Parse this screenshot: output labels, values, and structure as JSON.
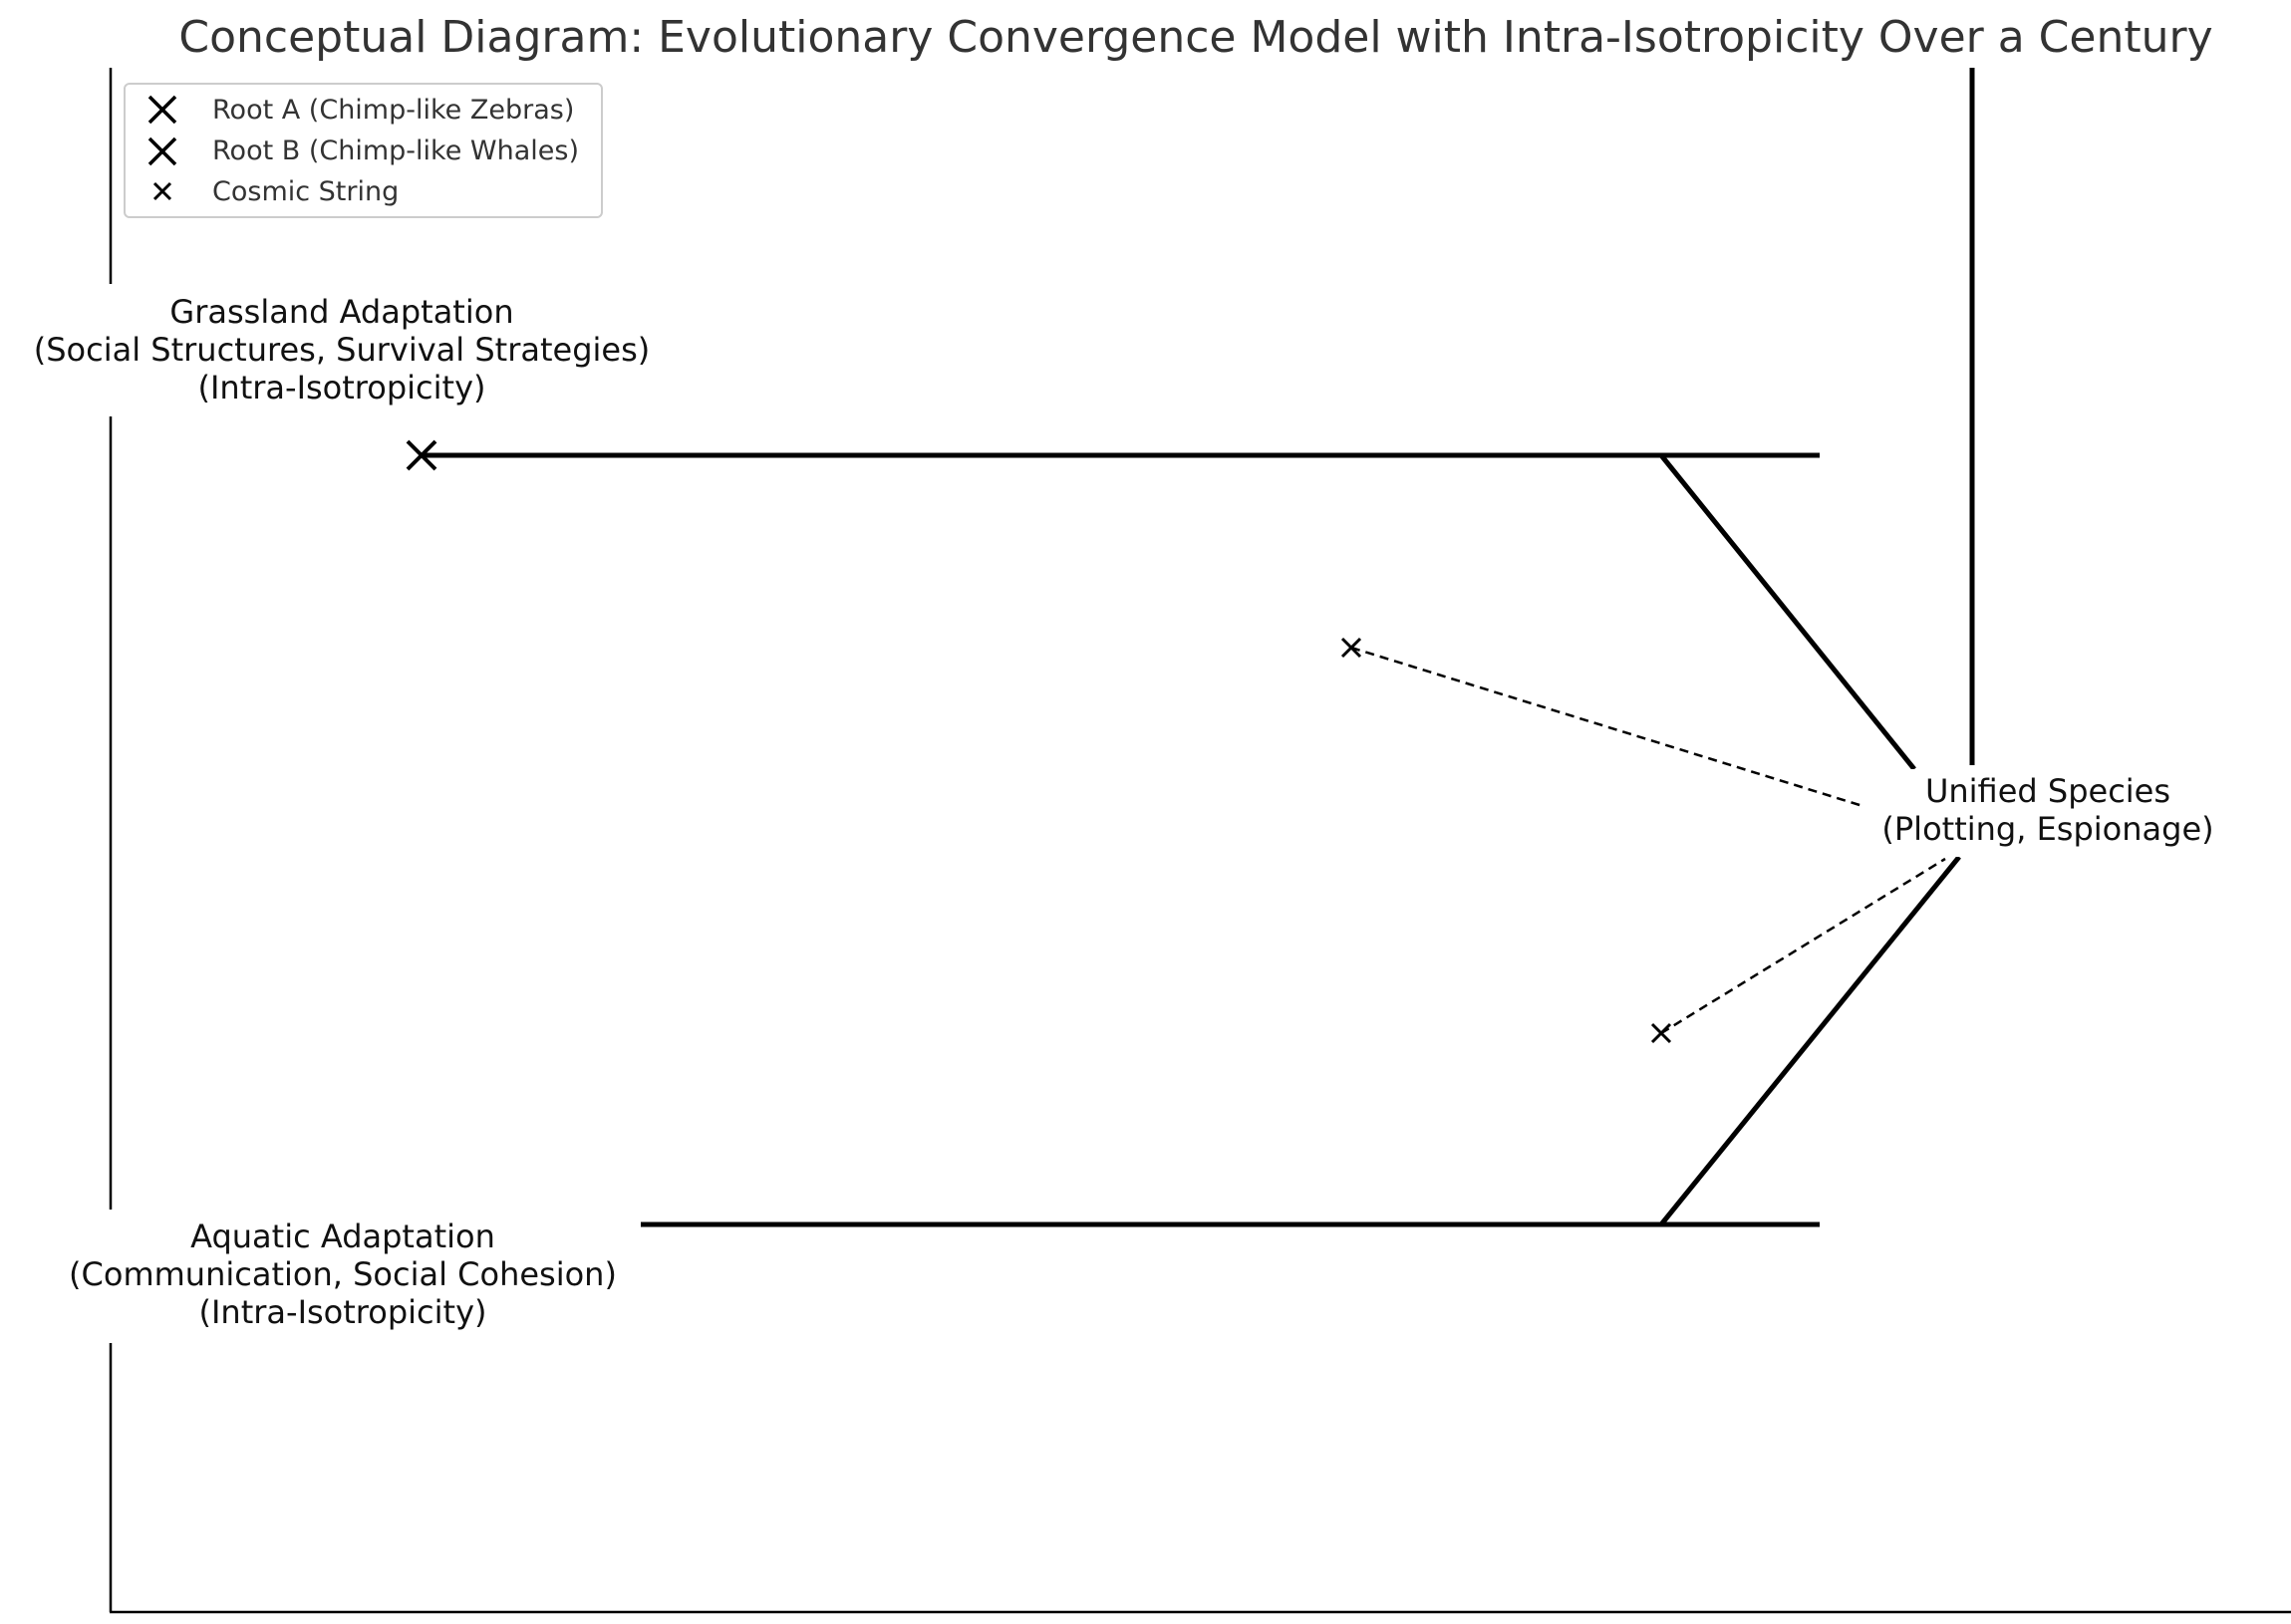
{
  "title": "Conceptual Diagram: Evolutionary Convergence Model with Intra-Isotropicity Over a Century",
  "legend": {
    "items": [
      {
        "label": "Root A (Chimp-like Zebras)",
        "marker": "x-marker-large"
      },
      {
        "label": "Root B (Chimp-like Whales)",
        "marker": "x-marker-large"
      },
      {
        "label": "Cosmic String",
        "marker": "x-marker-small"
      }
    ]
  },
  "nodes": {
    "grassland": {
      "line1": "Grassland Adaptation",
      "line2": "(Social Structures, Survival Strategies)",
      "line3": "(Intra-Isotropicity)"
    },
    "aquatic": {
      "line1": "Aquatic Adaptation",
      "line2": "(Communication, Social Cohesion)",
      "line3": "(Intra-Isotropicity)"
    },
    "unified": {
      "line1": "Unified Species",
      "line2": "(Plotting, Espionage)"
    }
  },
  "colors": {
    "lines": "#000000",
    "title": "#333333",
    "legend_border": "#cccccc"
  }
}
